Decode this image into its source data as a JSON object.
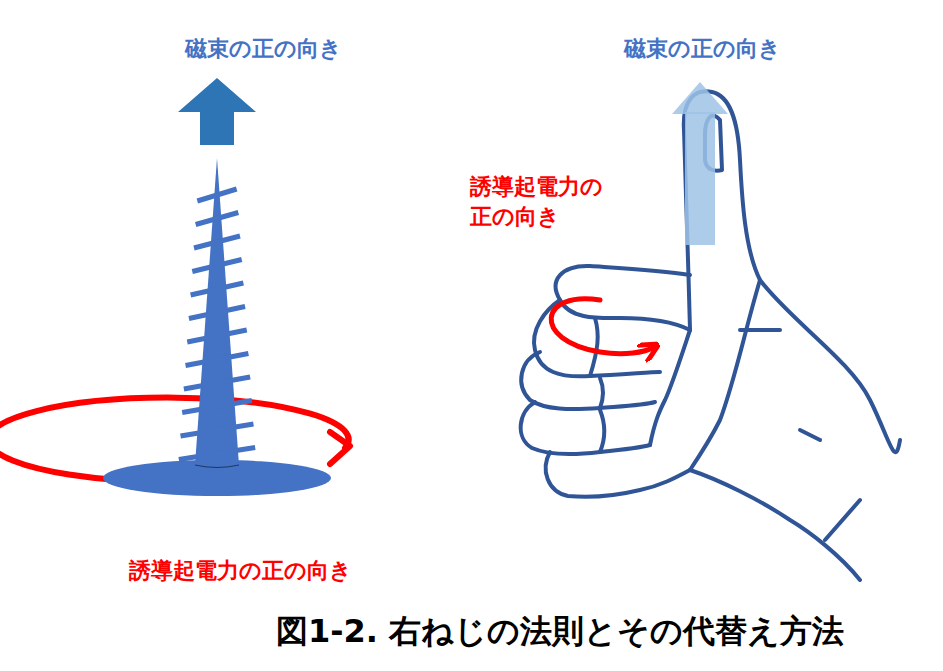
{
  "diagram": {
    "caption": "図1-2. 右ねじの法則とその代替え方法",
    "labels": [
      "磁束の正の向き",
      "誘導起電力の正の向き",
      "磁束の正の向き",
      "誘導起電力の 正の向き"
    ]
  }
}
